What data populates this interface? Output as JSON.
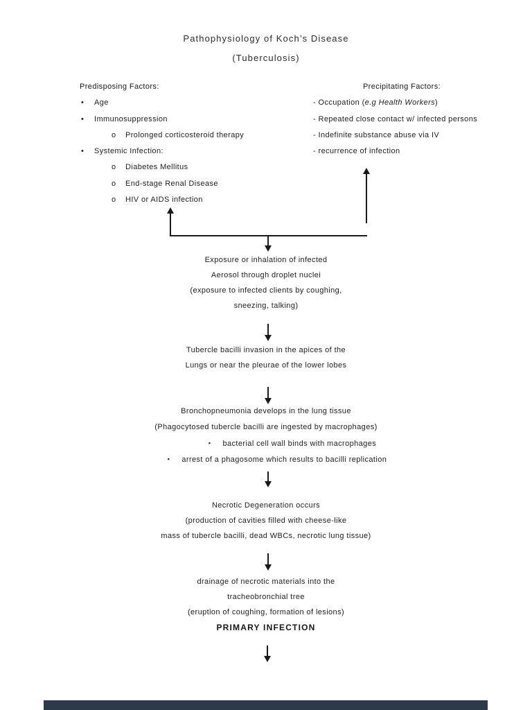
{
  "document": {
    "title": "Pathophysiology of Koch’s Disease",
    "subtitle": "(Tuberculosis)"
  },
  "markers": {
    "bullet": "•",
    "circle": "o",
    "square": "▪"
  },
  "predisposing": {
    "heading": "Predisposing Factors:",
    "items": [
      {
        "text": "Age"
      },
      {
        "text": "Immunosuppression"
      },
      {
        "text": "Prolonged corticosteroid therapy"
      },
      {
        "text": "Systemic Infection:"
      },
      {
        "text": "Diabetes Mellitus"
      },
      {
        "text": "End-stage Renal Disease"
      },
      {
        "text": "HIV or AIDS infection"
      }
    ]
  },
  "precipitating": {
    "heading": "Precipitating Factors:",
    "items": [
      {
        "pre": "- Occupation (",
        "em": "e.g Health Workers",
        "post": ")"
      },
      {
        "text": "- Repeated close contact w/ infected persons"
      },
      {
        "text": "- Indefinite substance abuse via IV"
      },
      {
        "text": "- recurrence of infection"
      }
    ]
  },
  "flow": {
    "step1": {
      "lines": [
        "Exposure or inhalation of infected",
        "Aerosol through droplet nuclei",
        "(exposure to infected clients by coughing,",
        "sneezing, talking)"
      ]
    },
    "step2": {
      "lines": [
        "Tubercle bacilli invasion in the apices of the",
        "Lungs or near the pleurae of the lower lobes"
      ]
    },
    "step3": {
      "lines": [
        "Bronchopneumonia develops in the lung tissue",
        "(Phagocytosed tubercle bacilli are ingested by macrophages)"
      ],
      "bullets": [
        "bacterial cell wall binds with macrophages",
        "arrest of a phagosome which results to bacilli replication"
      ]
    },
    "step4": {
      "lines": [
        "Necrotic Degeneration occurs",
        "(production of cavities filled with cheese-like",
        "mass of tubercle bacilli, dead WBCs, necrotic lung tissue)"
      ]
    },
    "step5": {
      "lines": [
        "drainage of necrotic materials into the",
        "tracheobronchial tree",
        "(eruption of coughing, formation of lesions)"
      ],
      "emphasis": "PRIMARY INFECTION"
    }
  },
  "colors": {
    "text": "#1c1c1c",
    "page_background": "#ffffff",
    "bottom_banner": "#2c3a49"
  }
}
